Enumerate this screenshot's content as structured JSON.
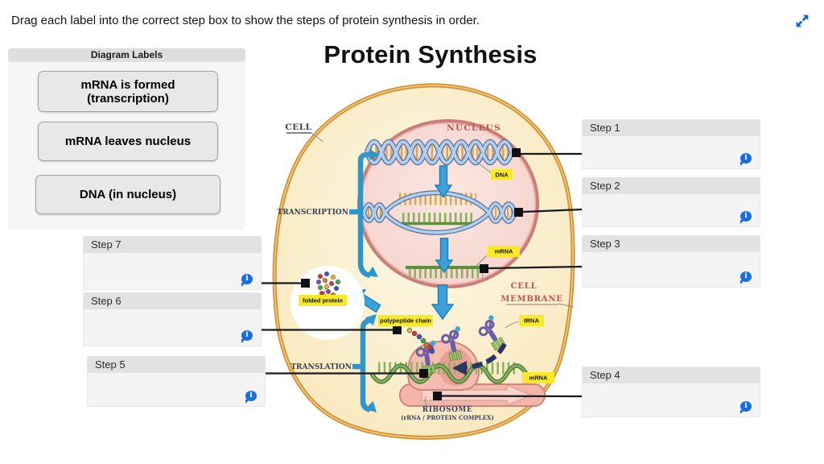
{
  "page": {
    "instruction": "Drag each label into the correct step box to show the steps of protein synthesis in order."
  },
  "labels_panel": {
    "title": "Diagram Labels",
    "items": [
      {
        "label": "mRNA is formed (transcription)"
      },
      {
        "label": "mRNA leaves nucleus"
      },
      {
        "label": "DNA (in nucleus)"
      }
    ]
  },
  "steps": [
    {
      "label": "Step 1"
    },
    {
      "label": "Step 2"
    },
    {
      "label": "Step 3"
    },
    {
      "label": "Step 4"
    },
    {
      "label": "Step 5"
    },
    {
      "label": "Step 6"
    },
    {
      "label": "Step 7"
    }
  ],
  "ui": {
    "info_glyph": "i"
  },
  "diagram": {
    "title": "Protein Synthesis",
    "labels": {
      "cell": "CELL",
      "nucleus": "NUCLEUS",
      "dna": "DNA",
      "mrna": "mRNA",
      "transcription": "TRANSCRIPTION",
      "cell_membrane_line1": "CELL",
      "cell_membrane_line2": "MEMBRANE",
      "folded_protein": "folded protein",
      "polypeptide_chain": "polypeptide chain",
      "trna": "tRNA",
      "translation": "TRANSLATION",
      "ribosome": "RIBOSOME",
      "ribosome_subtitle": "(rRNA / PROTEIN COMPLEX)"
    }
  },
  "colors": {
    "info_icon_blue": "#1b6ce0",
    "expand_icon_blue": "#1766d6",
    "label_tag_yellow": "#f8ea27",
    "cell_fill": "#faeec6",
    "cell_membrane_orange": "#cd8c2e",
    "nucleus_pink": "#f6d2cb",
    "arrow_blue": "#3da0d9",
    "mrna_green": "#5c8f3e",
    "ribosome_pink": "#f3b6ab",
    "trna_purple": "#6b5ea8",
    "diagram_dark_label": "#3b4058",
    "diagram_red_label": "#c0544f"
  }
}
